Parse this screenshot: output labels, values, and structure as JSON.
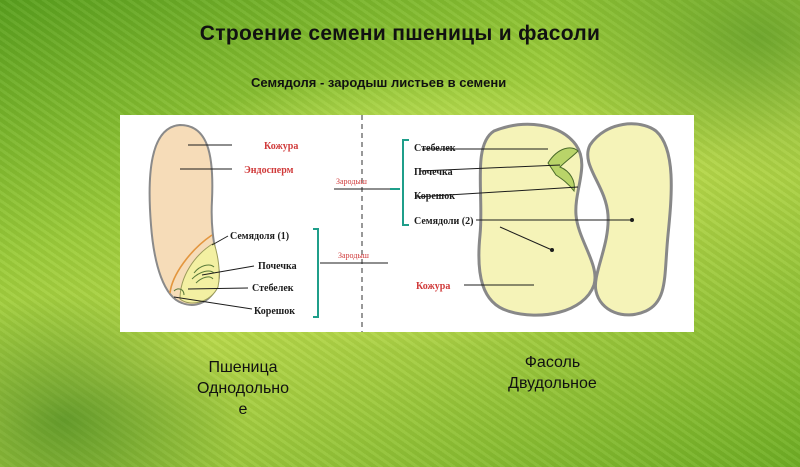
{
  "title": "Строение семени пшеницы и фасоли",
  "subtitle": "Семядоля - зародыш листьев в семени",
  "diagram": {
    "wheat_labels": {
      "coat": "Кожура",
      "endosperm": "Эндосперм",
      "cotyledon": "Семядоля (1)",
      "bud": "Почечка",
      "stem": "Стебелек",
      "root": "Корешок"
    },
    "middle_labels": {
      "embryo_top": "Зародыш",
      "embryo_bottom": "Зародыш"
    },
    "bean_labels": {
      "stem": "Стебелек",
      "bud": "Почечка",
      "root": "Корешок",
      "cotyledons": "Семядоли (2)",
      "coat": "Кожура"
    }
  },
  "captions": {
    "wheat": [
      "Пшеница",
      "Однодольно",
      "е"
    ],
    "bean": [
      "Фасоль",
      "Двудольное"
    ]
  },
  "colors": {
    "label_red": "#d03a3a",
    "bracket_teal": "#1f9e8a",
    "endosperm_fill": "#f6dcb8",
    "bean_fill": "#f5f3b8"
  }
}
